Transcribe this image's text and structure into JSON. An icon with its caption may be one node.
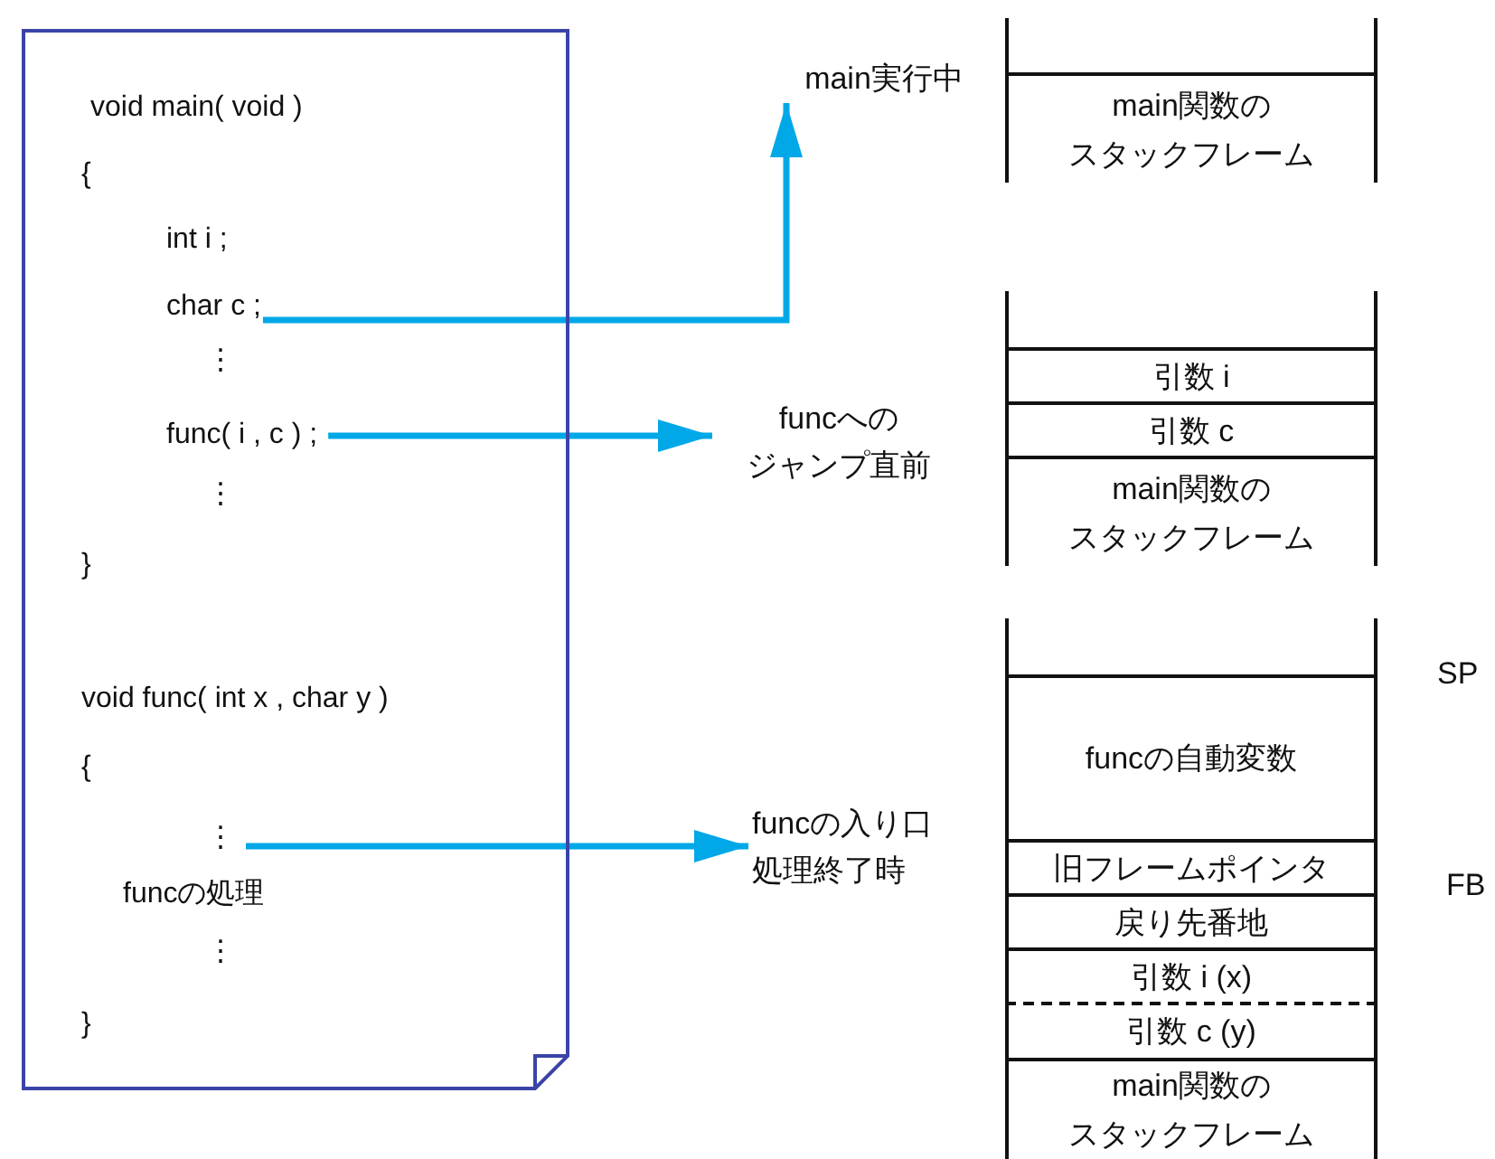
{
  "diagram": {
    "nodes": [
      {
        "text": [],
        "shape": "document"
      },
      {
        "text": [
          "char c ;"
        ],
        "in": 0
      },
      {
        "text": [
          "func( i , c ) ;"
        ],
        "in": 0
      },
      {
        "text": [
          "⋮"
        ],
        "in": 0
      },
      {
        "text": [
          "main実行中"
        ]
      },
      {
        "text": [],
        "shape": "box"
      },
      {
        "text": [
          "main関数のスタックフレーム"
        ]
      },
      {
        "text": [
          "funcへのジャンプ直前"
        ]
      },
      {
        "text": [],
        "shape": "box"
      },
      {
        "text": [
          "引数 i"
        ]
      },
      {
        "text": [
          "引数 c"
        ]
      },
      {
        "text": [
          "main関数のスタックフレーム"
        ]
      },
      {
        "text": [
          "funcの入り口処理終了時"
        ]
      },
      {
        "text": [],
        "shape": "box"
      },
      {
        "text": [
          "funcの自動変数"
        ]
      },
      {
        "text": [
          "旧フレームポインタ"
        ]
      },
      {
        "text": [
          "戻り先番地"
        ]
      },
      {
        "text": [
          "引数 i (x)"
        ]
      },
      {
        "text": [
          "引数 c (y)"
        ]
      },
      {
        "text": [
          "main関数のスタックフレーム"
        ]
      }
    ],
    "edges": [
      {
        "from": 1,
        "to": 4,
        "arrow": "to"
      },
      {
        "from": 2,
        "to": 7,
        "arrow": "to"
      },
      {
        "from": 3,
        "to": 12,
        "arrow": "to"
      }
    ],
    "labels": [
      "void main( void )",
      "{",
      "int i ;",
      "⋮",
      "⋮",
      "}",
      "void func( int x , char y )",
      "{",
      "funcの処理",
      "⋮",
      "}",
      "SP",
      "FB"
    ]
  }
}
